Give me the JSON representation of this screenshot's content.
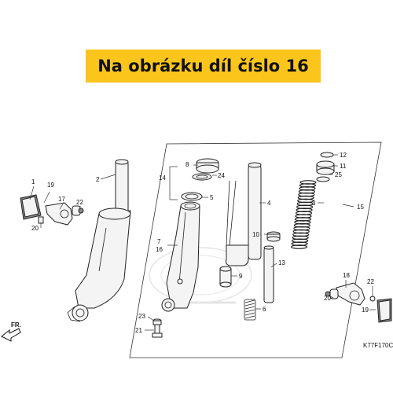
{
  "banner": {
    "text": "Na obrázku díl číslo 16",
    "color": "#fcc51c"
  },
  "diagram_code": "K77F170C",
  "direction_label": "FR.",
  "labels": {
    "p1": "1",
    "p2": "2",
    "p3": "3",
    "p4": "4",
    "p5": "5",
    "p6": "6",
    "p7": "7",
    "p8": "8",
    "p9": "9",
    "p10": "10",
    "p11": "11",
    "p12": "12",
    "p13": "13",
    "p14": "14",
    "p15": "15",
    "p16": "16",
    "p17": "17",
    "p18": "18",
    "p19a": "19",
    "p19b": "19",
    "p20a": "20",
    "p20b": "20",
    "p21": "21",
    "p22a": "22",
    "p22b": "22",
    "p23": "23",
    "p24": "24",
    "p25": "25"
  }
}
